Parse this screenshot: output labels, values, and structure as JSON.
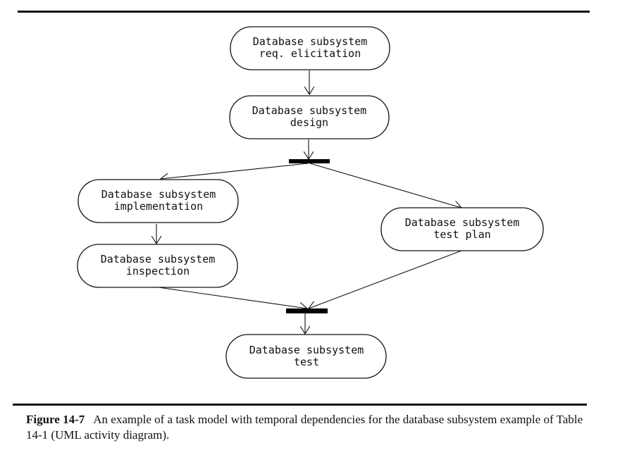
{
  "diagram": {
    "type": "UML activity diagram",
    "nodes": [
      {
        "id": "req",
        "lines": [
          "Database subsystem",
          "req. elicitation"
        ]
      },
      {
        "id": "design",
        "lines": [
          "Database subsystem",
          "design"
        ]
      },
      {
        "id": "impl",
        "lines": [
          "Database subsystem",
          "implementation"
        ]
      },
      {
        "id": "inspection",
        "lines": [
          "Database subsystem",
          "inspection"
        ]
      },
      {
        "id": "testplan",
        "lines": [
          "Database subsystem",
          "test plan"
        ]
      },
      {
        "id": "test",
        "lines": [
          "Database subsystem",
          "test"
        ]
      }
    ],
    "bars": [
      {
        "id": "fork",
        "kind": "fork"
      },
      {
        "id": "join",
        "kind": "join"
      }
    ],
    "edges": [
      {
        "from": "req",
        "to": "design"
      },
      {
        "from": "design",
        "to": "fork"
      },
      {
        "from": "fork",
        "to": "impl"
      },
      {
        "from": "fork",
        "to": "testplan"
      },
      {
        "from": "impl",
        "to": "inspection"
      },
      {
        "from": "inspection",
        "to": "join"
      },
      {
        "from": "testplan",
        "to": "join"
      },
      {
        "from": "join",
        "to": "test"
      }
    ]
  },
  "caption": {
    "label": "Figure 14-7",
    "text": "An example of a task model with temporal dependencies for the database subsystem example of Table 14-1 (UML activity diagram)."
  }
}
